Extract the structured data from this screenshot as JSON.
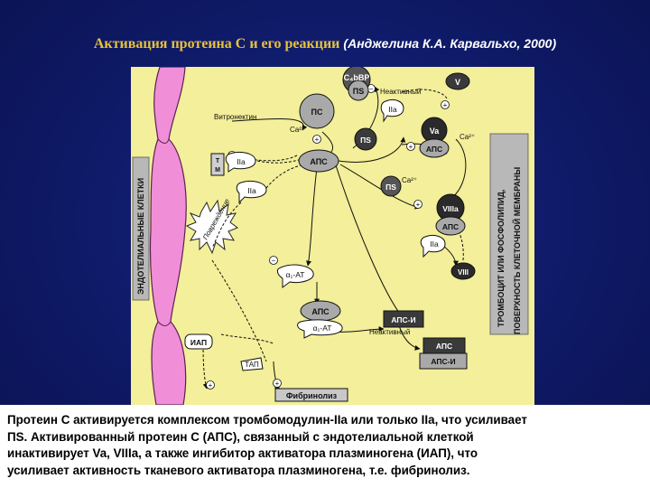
{
  "title": {
    "main": "Активация протеина С и его реакции",
    "author": "(Анджелина К.А. Карвальхо, 2000)"
  },
  "diagram": {
    "left_label": "ЭНДОТЕЛИАЛЬНЫЕ КЛЕТКИ",
    "right_label_1": "ТРОМБОЦИТ ИЛИ ФОСФОЛИПИД,",
    "right_label_2": "ПОВЕРХНОСТЬ КЛЕТОЧНОЙ МЕМБРАНЫ",
    "damage_label": "Повреждение",
    "vitronectin": "Витронектин",
    "inactive_top": "Неактивный",
    "inactive_mid": "Неактивный",
    "ca_1": "Ca²⁺",
    "ca_2": "Ca²⁺",
    "ca_3": "Ca²⁺",
    "c4bbp": "C₄bBP",
    "ps_top": "ПS",
    "v": "V",
    "ps": "ПС",
    "iia_top": "IIa",
    "va": "Va",
    "aps_va": "АПС",
    "ps_mid": "ПS",
    "aps_center": "АПС",
    "tm": "T\nM",
    "iia_tm": "IIa",
    "iia_left": "IIa",
    "ps_lower": "ПS",
    "viiia": "VIIIa",
    "aps_viiia": "АПС",
    "iia_right": "IIa",
    "viii": "VIII",
    "a1at": "α₁-AT",
    "aps_complex": "АПС",
    "a1at_complex": "α₁-AT",
    "aps_i": "АПС-И",
    "iap": "ИАП",
    "tap": "ТАП",
    "aps_bottom": "АПС",
    "aps_i_bottom": "АПС-И",
    "fibrinolysis": "Фибринолиз",
    "plus": "+",
    "minus": "−"
  },
  "caption": {
    "line1": "Протеин С активируется комплексом тромбомодулин-IIa или только IIa, что усиливает",
    "line2": "ПS. Активированный протеин С (АПС), связанный с эндотелиальной клеткой",
    "line3": "инактивирует Va, VIIIa, а также ингибитор активатора плазминогена (ИАП), что",
    "line4": "усиливает активность тканевого активатора плазминогена, т.е. фибринолиз."
  },
  "colors": {
    "background": "#101c6c",
    "title": "#e8c23a",
    "diagram_bg": "#f3ef9a",
    "endothelium": "#f08fd8",
    "node": "#a9a9a9",
    "node_dark": "#2a2a2a",
    "label_box": "#c0c0c0"
  }
}
